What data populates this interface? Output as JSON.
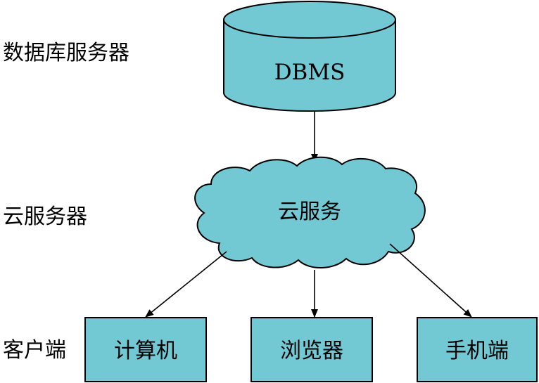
{
  "tiers": {
    "database_server": "数据库服务器",
    "cloud_server": "云服务器",
    "client": "客户端"
  },
  "nodes": {
    "dbms": "DBMS",
    "cloud_service": "云服务",
    "computer": "计算机",
    "browser": "浏览器",
    "mobile": "手机端"
  },
  "colors": {
    "fill": "#72c9d4",
    "stroke": "#000000"
  }
}
